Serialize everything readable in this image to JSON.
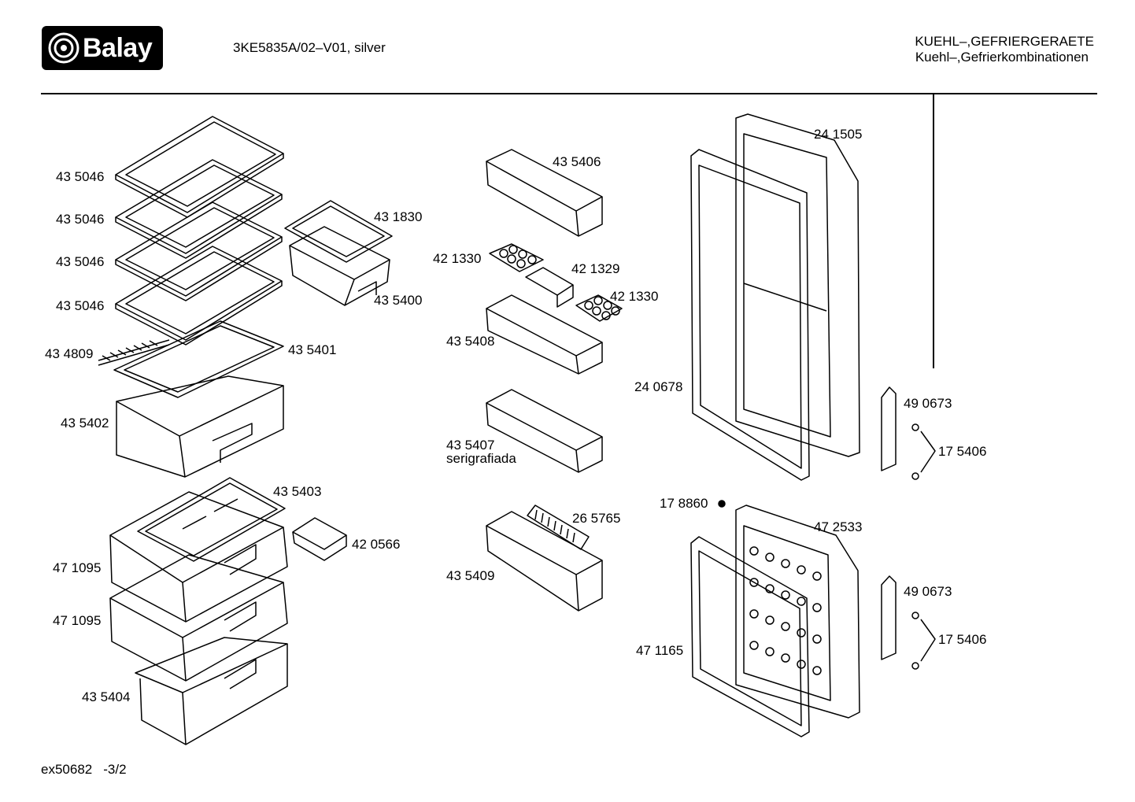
{
  "brand": "Balay",
  "model": "3KE5835A/02–V01, silver",
  "header": {
    "line1": "KUEHL–,GEFRIERGERAETE",
    "line2": "Kuehl–,Gefrierkombinationen"
  },
  "footer": {
    "code": "ex50682",
    "page": "-3/2"
  },
  "parts": {
    "shelf_1": "43 5046",
    "shelf_2": "43 5046",
    "shelf_3": "43 5046",
    "shelf_4": "43 5046",
    "bottle_rack": "43 4809",
    "crisper_cover": "43 5401",
    "crisper": "43 5402",
    "chiller_lid": "43 1830",
    "chiller_box": "43 5400",
    "door_shelf_top": "43 5406",
    "egg_tray_left": "42 1330",
    "door_divider": "42 1329",
    "egg_tray_right": "42 1330",
    "door_shelf_mid": "43 5408",
    "door_shelf_printed": "43 5407",
    "door_shelf_printed_note": "serigrafiada",
    "bottle_retainer": "26 5765",
    "door_shelf_bottom": "43 5409",
    "freezer_tray": "43 5403",
    "ice_tray": "42 0566",
    "freezer_drawer_1": "47 1095",
    "freezer_drawer_2": "47 1095",
    "freezer_drawer_3": "43 5404",
    "fridge_door": "24 1505",
    "fridge_gasket": "24 0678",
    "hinge_top": "49 0673",
    "hinge_cover_top": "17 5406",
    "screw": "17 8860",
    "freezer_door": "47 2533",
    "freezer_gasket": "47 1165",
    "hinge_mid": "49 0673",
    "hinge_cover_mid": "17 5406"
  }
}
